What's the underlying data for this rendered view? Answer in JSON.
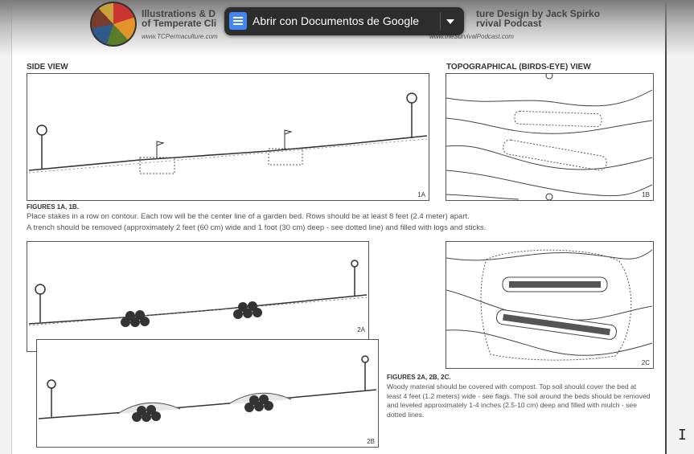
{
  "header": {
    "title_left_line1": "Illustrations & D",
    "title_left_line2": "of Temperate Cli",
    "url_left": "www.TCPermaculture.com",
    "title_right_line1": "ture Design by Jack Spirko",
    "title_right_line2": "rvival Podcast",
    "url_right": "www.theSurvivalPodcast.com"
  },
  "open_with_button": {
    "label": "Abrir con Documentos de Google"
  },
  "sections": {
    "side_view": "SIDE VIEW",
    "topo_view": "TOPOGRAPHICAL (BIRDS-EYE) VIEW"
  },
  "figures": {
    "f1a": "1A",
    "f1b": "1B",
    "f2a": "2A",
    "f2b": "2B",
    "f2c": "2C"
  },
  "caption1": {
    "title": "FIGURES 1A, 1B.",
    "line1": "Place stakes in a row on contour. Each row will be the center line of a garden bed. Rows should be at least 8 feet (2.4 meter) apart.",
    "line2": "A trench should be removed (approximately 2 feet (60 cm) wide and 1 foot (30 cm) deep - see dotted line) and filled with logs and sticks."
  },
  "caption2": {
    "title": "FIGURES 2A, 2B, 2C.",
    "body": "Woody material should be covered with compost. Top soil should cover the bed at least 4 feet (1.2 meters) wide - see flags. The soil around the beds should be removed and leveled approximately 1-4 inches (2.5-10 cm) deep and filled with mulch - see dotted lines."
  },
  "cursor": {
    "glyph": "I"
  }
}
